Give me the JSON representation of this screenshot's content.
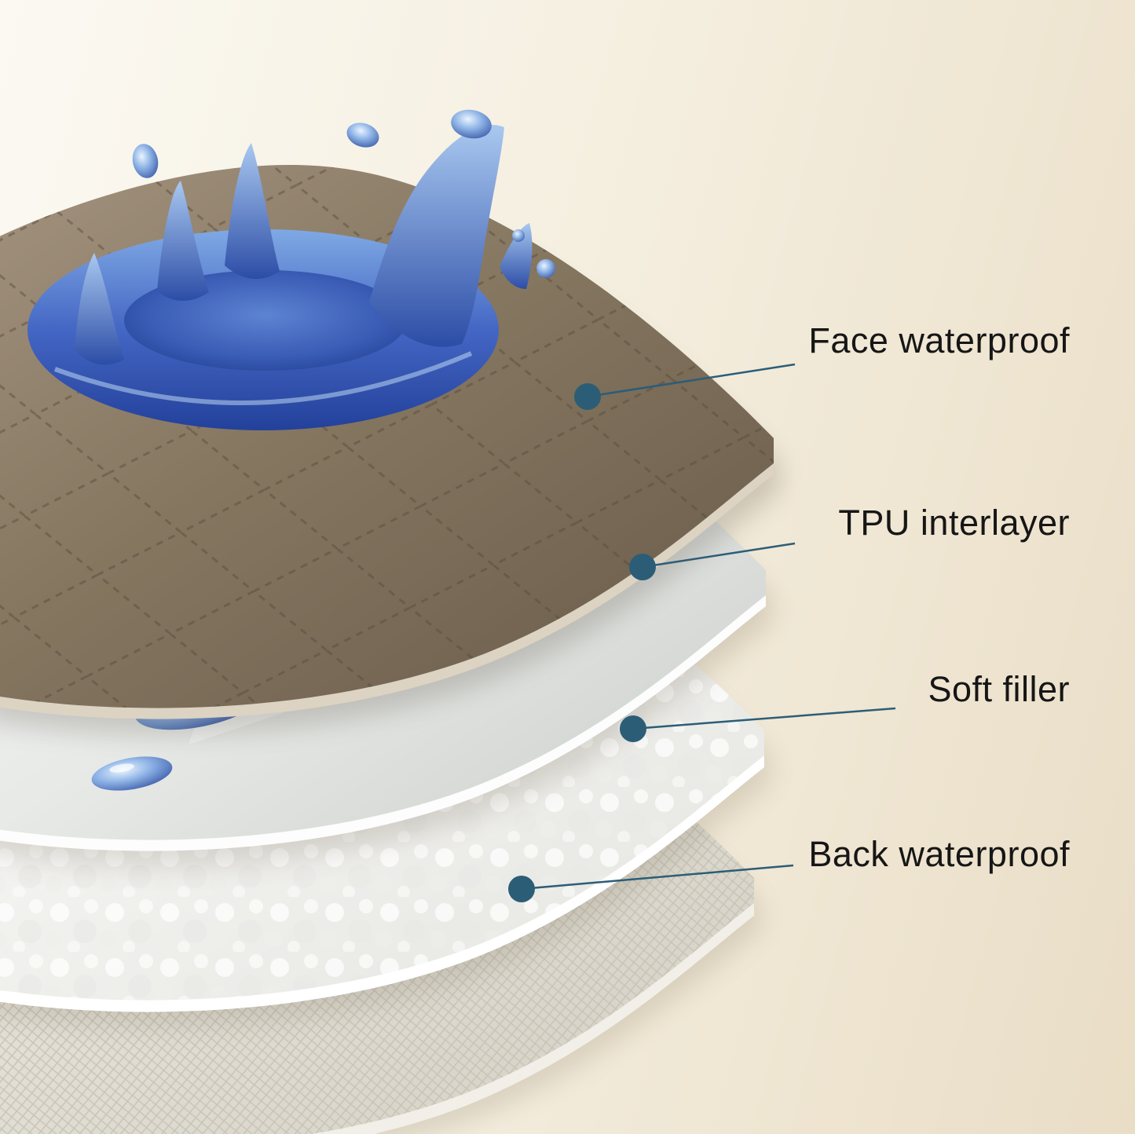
{
  "diagram": {
    "type": "product-layer-exploded-diagram",
    "layers": [
      {
        "label": "Face waterproof"
      },
      {
        "label": "TPU interlayer"
      },
      {
        "label": "Soft filler"
      },
      {
        "label": "Back waterproof"
      }
    ],
    "colors": {
      "background": "#f3ecdd",
      "label_text": "#161616",
      "callout": "#2c5d77",
      "face_layer_fabric": "#80715f",
      "tpu_layer": "#e6e8e6",
      "soft_filler": "#f4f4f2",
      "back_layer": "#ddd9ce",
      "water_splash": "#3b5fc0"
    }
  }
}
